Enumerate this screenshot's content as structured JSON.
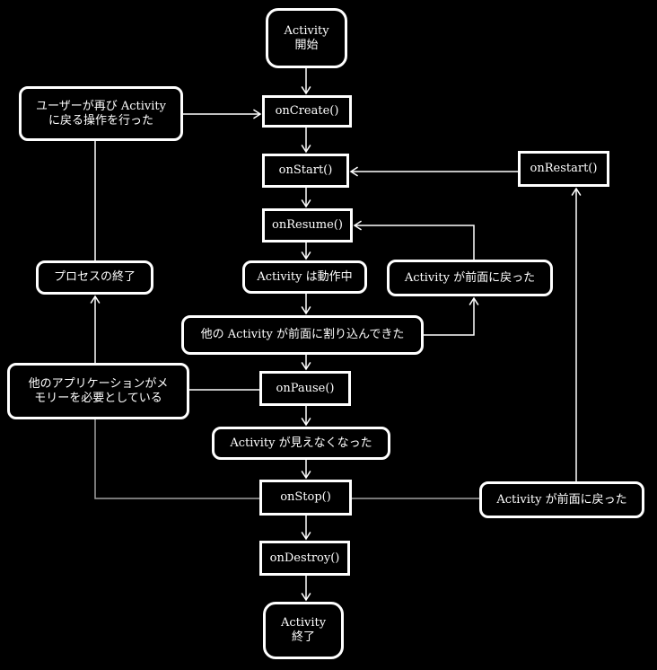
{
  "diagram": {
    "title": "Android Activity Lifecycle",
    "colors": {
      "background": "#000000",
      "foreground": "#ffffff",
      "connector": "#ffffff",
      "connector_muted": "#a0a0a0"
    },
    "nodes": {
      "start": {
        "label": "Activity\n開始",
        "shape": "terminal"
      },
      "on_create": {
        "label": "onCreate()",
        "shape": "rect"
      },
      "on_start": {
        "label": "onStart()",
        "shape": "rect"
      },
      "on_restart": {
        "label": "onRestart()",
        "shape": "rect"
      },
      "on_resume": {
        "label": "onResume()",
        "shape": "rect"
      },
      "running": {
        "label": "Activity は動作中",
        "shape": "round"
      },
      "back_to_front_1": {
        "label": "Activity が前面に戻った",
        "shape": "round"
      },
      "other_activity_front": {
        "label": "他の Activity が前面に割り込んできた",
        "shape": "round"
      },
      "on_pause": {
        "label": "onPause()",
        "shape": "rect"
      },
      "other_app_needs_memory": {
        "label": "他のアプリケーションがメ\nモリーを必要としている",
        "shape": "round"
      },
      "not_visible": {
        "label": "Activity が見えなくなった",
        "shape": "round"
      },
      "on_stop": {
        "label": "onStop()",
        "shape": "rect"
      },
      "back_to_front_2": {
        "label": "Activity が前面に戻った",
        "shape": "round"
      },
      "on_destroy": {
        "label": "onDestroy()",
        "shape": "rect"
      },
      "end": {
        "label": "Activity\n終了",
        "shape": "terminal"
      },
      "user_returns": {
        "label": "ユーザーが再び Activity\nに戻る操作を行った",
        "shape": "round"
      },
      "process_killed": {
        "label": "プロセスの終了",
        "shape": "round"
      }
    },
    "edges": [
      {
        "from": "start",
        "to": "on_create"
      },
      {
        "from": "on_create",
        "to": "on_start"
      },
      {
        "from": "on_start",
        "to": "on_resume"
      },
      {
        "from": "on_resume",
        "to": "running"
      },
      {
        "from": "running",
        "to": "other_activity_front"
      },
      {
        "from": "other_activity_front",
        "to": "on_pause"
      },
      {
        "from": "other_activity_front",
        "to": "back_to_front_1"
      },
      {
        "from": "back_to_front_1",
        "to": "on_resume"
      },
      {
        "from": "on_pause",
        "to": "not_visible"
      },
      {
        "from": "on_pause",
        "to": "other_app_needs_memory"
      },
      {
        "from": "other_app_needs_memory",
        "to": "process_killed"
      },
      {
        "from": "not_visible",
        "to": "on_stop"
      },
      {
        "from": "on_stop",
        "to": "process_killed"
      },
      {
        "from": "on_stop",
        "to": "back_to_front_2"
      },
      {
        "from": "back_to_front_2",
        "to": "on_restart"
      },
      {
        "from": "on_restart",
        "to": "on_start"
      },
      {
        "from": "on_stop",
        "to": "on_destroy"
      },
      {
        "from": "on_destroy",
        "to": "end"
      },
      {
        "from": "process_killed",
        "to": "user_returns"
      },
      {
        "from": "user_returns",
        "to": "on_create"
      }
    ]
  }
}
